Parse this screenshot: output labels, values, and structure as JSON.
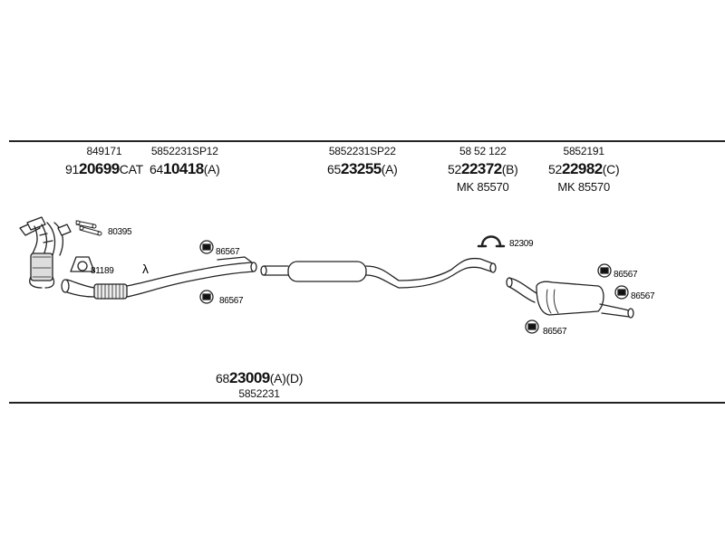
{
  "references": [
    {
      "id": "ref-manifold",
      "code": "849171",
      "prefix": "91",
      "bold": "20699",
      "suffix": "CAT"
    },
    {
      "id": "ref-front-pipe",
      "code": "5852231SP12",
      "prefix": "64",
      "bold": "10418",
      "suffix": "(A)"
    },
    {
      "id": "ref-center-silencer",
      "code": "5852231SP22",
      "prefix": "65",
      "bold": "23255",
      "suffix": "(A)"
    },
    {
      "id": "ref-rear-pipe",
      "code": "58 52 122",
      "prefix": "52",
      "bold": "22372",
      "suffix": "(B)",
      "mk": "MK  85570"
    },
    {
      "id": "ref-rear-silencer",
      "code": "5852191",
      "prefix": "52",
      "bold": "22982",
      "suffix": "(C)",
      "mk": "MK  85570"
    }
  ],
  "system_ref": {
    "prefix": "68",
    "bold": "23009",
    "suffix": "(A)(D)",
    "code": "5852231"
  },
  "part_labels": {
    "bolts": "80395",
    "gasket": "81189",
    "hanger_top_left": "86567",
    "hanger_bottom_left": "86567",
    "clamp": "82309",
    "hanger_right_1": "86567",
    "hanger_right_2": "86567",
    "hanger_right_3": "86567",
    "lambda": "λ"
  }
}
